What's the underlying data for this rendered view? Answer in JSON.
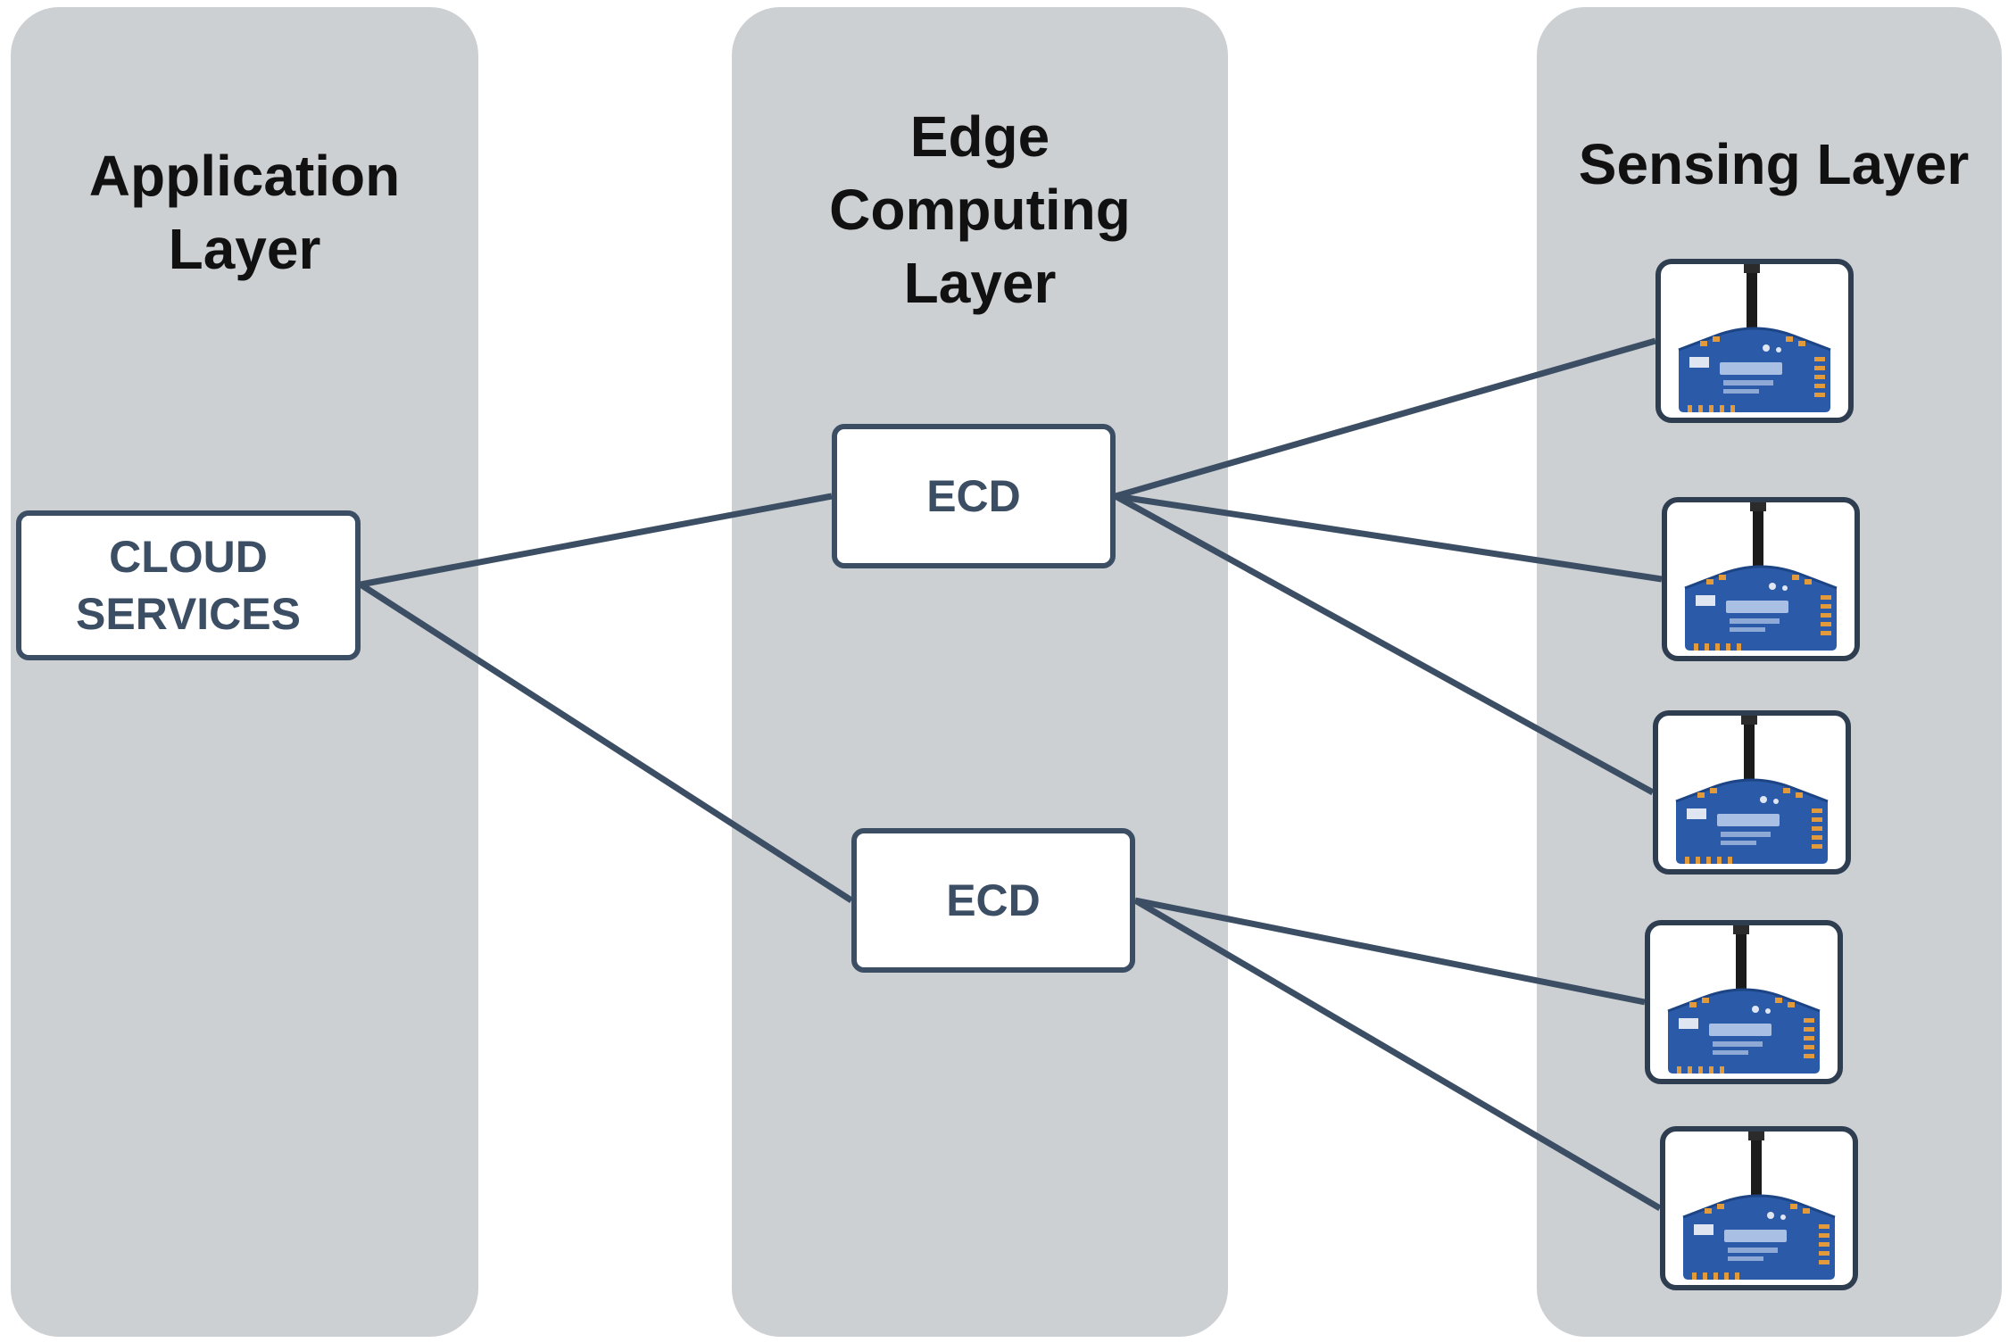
{
  "layers": [
    {
      "id": "application",
      "title": "Application\nLayer"
    },
    {
      "id": "edge",
      "title": "Edge\nComputing\nLayer"
    },
    {
      "id": "sensing",
      "title": "Sensing Layer"
    }
  ],
  "nodes": {
    "cloud": {
      "label": "CLOUD\nSERVICES"
    },
    "ecd_1": {
      "label": "ECD"
    },
    "ecd_2": {
      "label": "ECD"
    }
  },
  "sensors": [
    {
      "icon": "xbee-module-icon"
    },
    {
      "icon": "xbee-module-icon"
    },
    {
      "icon": "xbee-module-icon"
    },
    {
      "icon": "xbee-module-icon"
    },
    {
      "icon": "xbee-module-icon"
    }
  ],
  "edges": [
    {
      "from": "cloud",
      "to": "ecd_1"
    },
    {
      "from": "cloud",
      "to": "ecd_2"
    },
    {
      "from": "ecd_1",
      "to": "sensor_1"
    },
    {
      "from": "ecd_1",
      "to": "sensor_2"
    },
    {
      "from": "ecd_1",
      "to": "sensor_3"
    },
    {
      "from": "ecd_2",
      "to": "sensor_4"
    },
    {
      "from": "ecd_2",
      "to": "sensor_5"
    }
  ],
  "colors": {
    "panel": "#cdd0d3",
    "line": "#3c4e64",
    "node_text": "#3c4e64",
    "module_board": "#2a5aa8",
    "module_pads": "#e39a3a"
  }
}
